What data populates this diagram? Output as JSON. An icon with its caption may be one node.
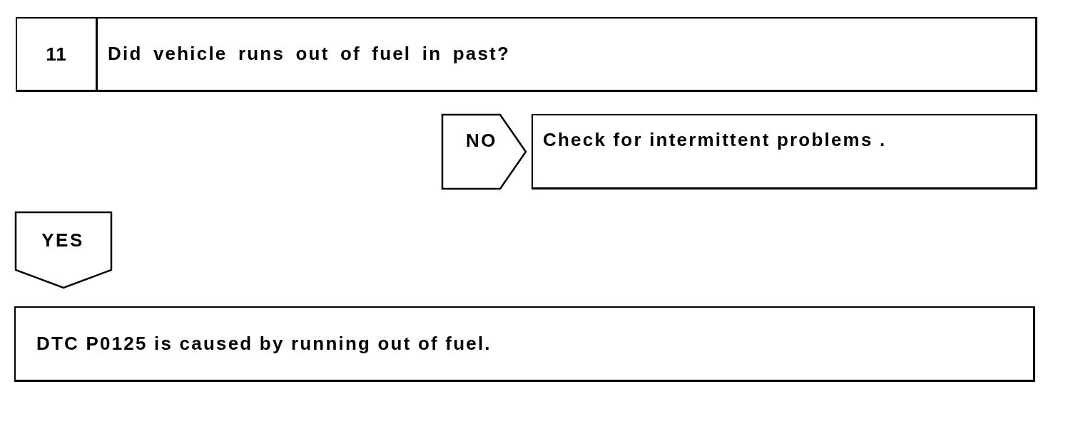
{
  "diagram": {
    "nodes": [
      {
        "text": [
          "11",
          "Did vehicle runs out of fuel in past?"
        ]
      },
      {
        "text": [
          "NO"
        ]
      },
      {
        "text": [
          "Check for intermittent problems ."
        ]
      },
      {
        "text": [
          "YES"
        ]
      },
      {
        "text": [
          "DTC P0125 is caused by running out of fuel."
        ]
      }
    ]
  }
}
